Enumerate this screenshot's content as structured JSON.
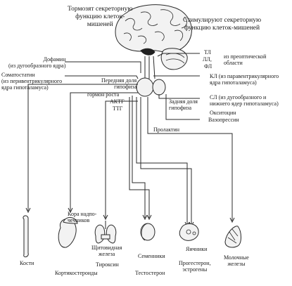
{
  "header": {
    "inhibit": "Тормозят секреторную\nфункцию клеток-\nмишеней",
    "stimulate": "Стимулируют секреторную\nфункцию клеток-мишеней"
  },
  "left_hormones": {
    "dopamine": "Дофамин\n(из дугообразного ядра)",
    "somatostatin": "Соматостатин\n(из перивентрикулярного\nядра гипоталамуса)"
  },
  "right_hormones": {
    "tl": "ТЛ",
    "ll": "ЛЛ,",
    "fl": "ФЛ",
    "preoptic": "из преоптической\nобласти",
    "kl": "КЛ (из паравентрикулярного\nядра гипоталамуса)",
    "sl": "СЛ (из дугообразного и\nнижнего ядер гипоталамуса)",
    "oxytocin": "Окситоцин",
    "vasopressin": "Вазопрессин"
  },
  "pituitary": {
    "anterior": "Передняя доля\nгипофиза",
    "posterior": "Задняя доля\nгипофиза",
    "growth_hormone": "гормон роста",
    "acth": "АКТГ",
    "tsh": "ТТГ",
    "prolactin": "Пролактин"
  },
  "targets": {
    "bones": "Кости",
    "adrenal_cortex": "Кора надпо-\nчечников",
    "corticosteroids": "Кортикостероиды",
    "thyroid": "Щитовидная\nжелеза",
    "thyroxine": "Тироксин",
    "testes": "Семенники",
    "testosterone": "Тестостерон",
    "ovaries": "Яичники",
    "progesterone": "Прогестерон,\nэстрогены",
    "mammary": "Молочные\nжелезы"
  }
}
